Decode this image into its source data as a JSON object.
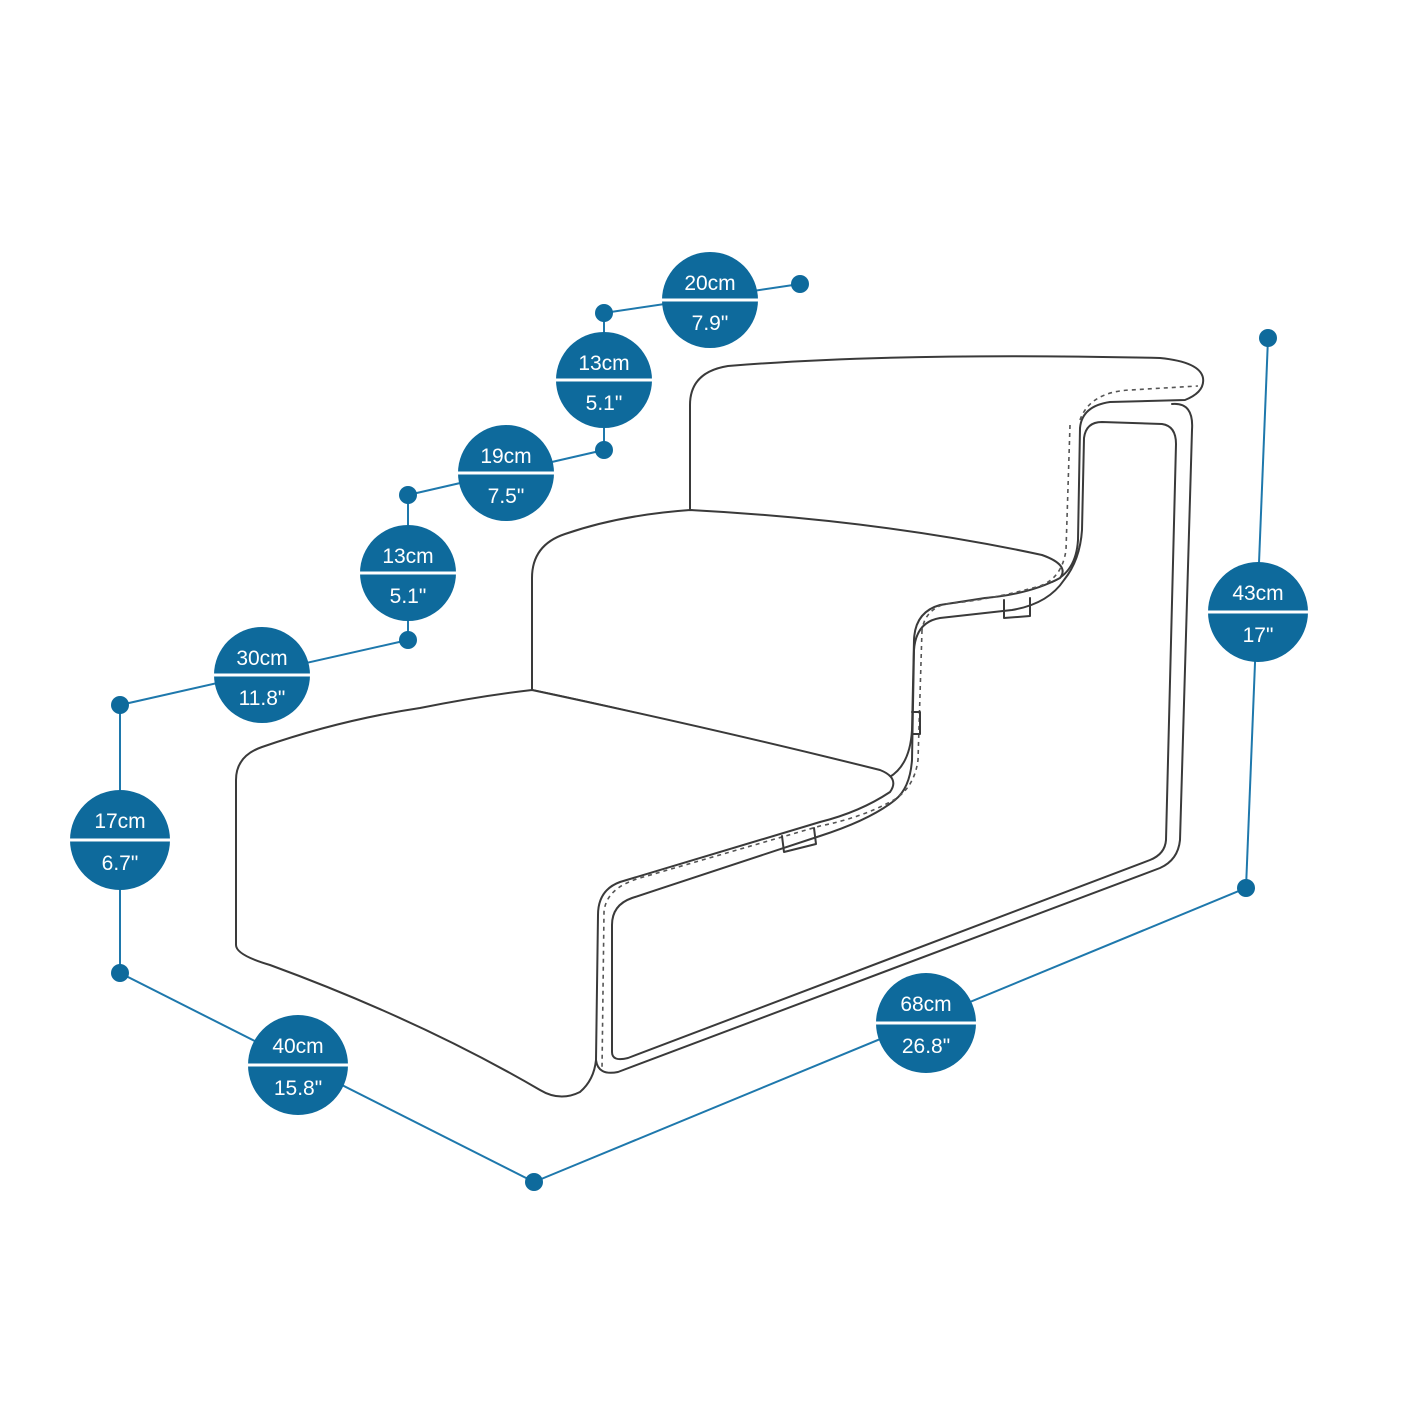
{
  "colors": {
    "accent": "#0e6a9c",
    "line": "#1e78ac",
    "outline": "#3a3a3a"
  },
  "dimensions": [
    {
      "id": "top-step-depth",
      "metric": "20cm",
      "imperial": "7.9\""
    },
    {
      "id": "top-riser-height",
      "metric": "13cm",
      "imperial": "5.1\""
    },
    {
      "id": "middle-step-depth",
      "metric": "19cm",
      "imperial": "7.5\""
    },
    {
      "id": "middle-riser-height",
      "metric": "13cm",
      "imperial": "5.1\""
    },
    {
      "id": "bottom-step-depth",
      "metric": "30cm",
      "imperial": "11.8\""
    },
    {
      "id": "bottom-step-height",
      "metric": "17cm",
      "imperial": "6.7\""
    },
    {
      "id": "width",
      "metric": "40cm",
      "imperial": "15.8\""
    },
    {
      "id": "length",
      "metric": "68cm",
      "imperial": "26.8\""
    },
    {
      "id": "total-height",
      "metric": "43cm",
      "imperial": "17\""
    }
  ]
}
